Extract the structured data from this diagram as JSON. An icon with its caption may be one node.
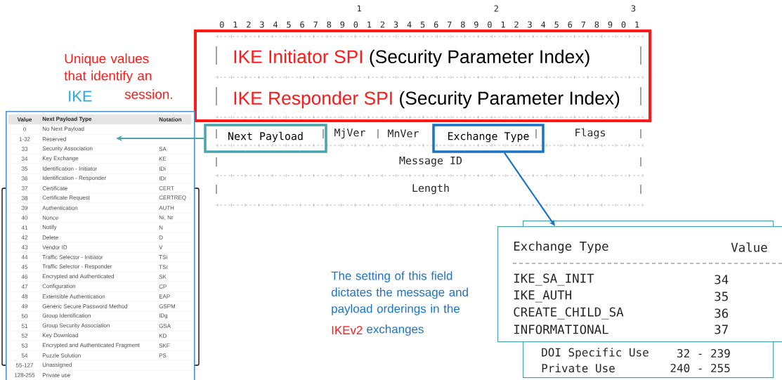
{
  "diagram": {
    "nodes": [
      {
        "text": [
          "IKE Initiator SPI",
          "(Security Parameter Index)",
          "IKE Responder SPI",
          "(Security Parameter Index)"
        ]
      },
      {
        "text": [
          "Next Payload"
        ]
      },
      {
        "text": [
          "Exchange Type"
        ]
      },
      {
        "text": [
          "Value",
          "Next Payload Type",
          "Notation",
          "0",
          "No Next Payload",
          "1-32",
          "Reserved",
          "33",
          "Security Association",
          "SA",
          "34",
          "Key Exchange",
          "KE",
          "35",
          "Identification - Initiator",
          "IDi",
          "36",
          "Identification - Responder",
          "IDr",
          "37",
          "Certificate",
          "CERT",
          "38",
          "Certificate Request",
          "CERTREQ",
          "39",
          "Authentication",
          "AUTH",
          "40",
          "Nonce",
          "Ni, Nr",
          "41",
          "Notify",
          "N",
          "42",
          "Delete",
          "D",
          "43",
          "Vendor ID",
          "V",
          "44",
          "Traffic Selector - Initiator",
          "TSi",
          "45",
          "Traffic Selector - Responder",
          "TSr",
          "46",
          "Encrypted and Authenticated",
          "SK",
          "47",
          "Configuration",
          "CP",
          "48",
          "Extensible Authentication",
          "EAP",
          "49",
          "Generic Secure Password Method",
          "GSPM",
          "50",
          "Group Identification",
          "IDg",
          "51",
          "Group Security Association",
          "GSA",
          "52",
          "Key Download",
          "KD",
          "53",
          "Encrypted and Authenticated Fragment",
          "SKF",
          "54",
          "Puzzle Solution",
          "PS",
          "55-127",
          "Unassigned",
          "128-255",
          "Private use"
        ]
      },
      {
        "text": [
          "Exchange Type",
          "Value",
          "IKE_SA_INIT",
          "34",
          "IKE_AUTH",
          "35",
          "CREATE_CHILD_SA",
          "36",
          "INFORMATIONAL",
          "37"
        ]
      },
      {
        "text": [
          "DOI Specific Use",
          "32 - 239",
          "Private Use",
          "240 - 255"
        ]
      }
    ],
    "edges": [
      {
        "from": 1,
        "to": 3,
        "arrow": "to",
        "color": "#4aa3ad"
      },
      {
        "from": 2,
        "to": 4,
        "arrow": "to",
        "color": "#1a73c8"
      }
    ],
    "labels": [
      "1",
      "2",
      "3",
      "0 1 2 3 4 5 6 7 8 9 0 1 2 3 4 5 6 7 8 9 0 1 2 3 4 5 6 7 8 9 0 1",
      "MjVer",
      "MnVer",
      "Flags",
      "Message ID",
      "Length",
      "Unique values that identify an",
      "IKE",
      "session.",
      "The setting of this field dictates the message and payload orderings in the",
      "IKEv2",
      "exchanges"
    ]
  }
}
